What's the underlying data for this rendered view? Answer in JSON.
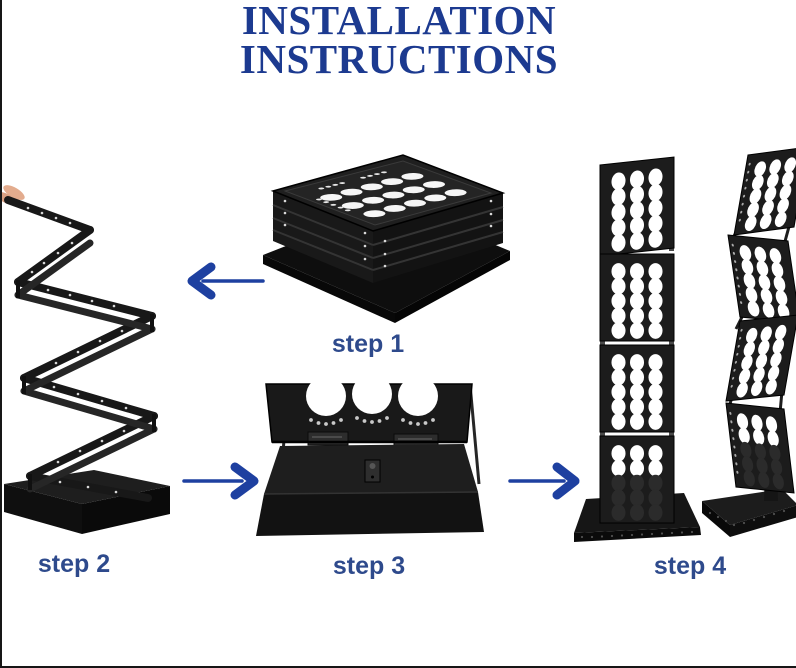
{
  "title": {
    "line1": "INSTALLATION",
    "line2": "INSTRUCTIONS"
  },
  "steps": [
    {
      "id": 1,
      "label": "step 1",
      "photo": "brochure-stand-folded-flat-stack"
    },
    {
      "id": 2,
      "label": "step 2",
      "photo": "hand-pulling-zigzag-frame-open"
    },
    {
      "id": 3,
      "label": "step 3",
      "photo": "base-plate-hinge-closeup"
    },
    {
      "id": 4,
      "label": "step 4",
      "photo": "assembled-stands-front-and-side-view"
    }
  ],
  "arrows": [
    {
      "name": "arrow-left-icon",
      "direction": "left",
      "from_step": 1,
      "to_step": 2
    },
    {
      "name": "arrow-right-icon",
      "direction": "right",
      "from_step": 2,
      "to_step": 3
    },
    {
      "name": "arrow-right-icon",
      "direction": "right",
      "from_step": 3,
      "to_step": 4
    }
  ],
  "colors": {
    "background": "#ffffff",
    "title_text": "#1c3a90",
    "step_label_text": "#2e4a8c",
    "arrow_blue": "#1e40a0",
    "product_black": "#1a1a1a",
    "hand_skin": "#e3ac8e"
  }
}
